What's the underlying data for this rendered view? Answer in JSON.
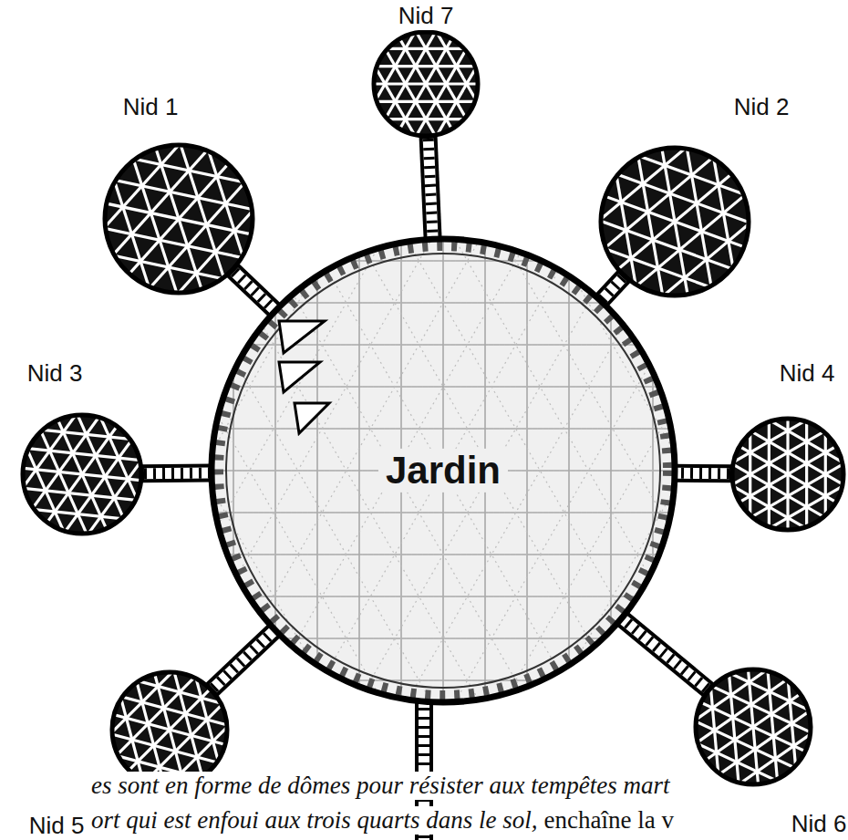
{
  "diagram": {
    "nodes": [
      {
        "text": [
          "Nid 7"
        ]
      },
      {
        "text": [
          "Nid 1"
        ]
      },
      {
        "text": [
          "Nid 2"
        ]
      },
      {
        "text": [
          "Nid 3"
        ]
      },
      {
        "text": [
          "Jardin"
        ]
      },
      {
        "text": [
          "Nid 4"
        ]
      },
      {
        "text": [
          "Nid 5"
        ]
      },
      {
        "text": [
          "Nid 6"
        ]
      }
    ],
    "edges": [
      {
        "from": 0,
        "to": 4,
        "arrow": "none"
      },
      {
        "from": 1,
        "to": 4,
        "arrow": "none"
      },
      {
        "from": 2,
        "to": 4,
        "arrow": "none"
      },
      {
        "from": 3,
        "to": 4,
        "arrow": "none"
      },
      {
        "from": 5,
        "to": 4,
        "arrow": "none"
      },
      {
        "from": 6,
        "to": 4,
        "arrow": "none"
      },
      {
        "from": 7,
        "to": 4,
        "arrow": "none"
      }
    ],
    "labels": [
      "es sont en forme de dômes pour résister aux tempêtes mart",
      "ort qui est enfoui aux trois quarts dans le sol,",
      "enchaîne la v"
    ]
  }
}
